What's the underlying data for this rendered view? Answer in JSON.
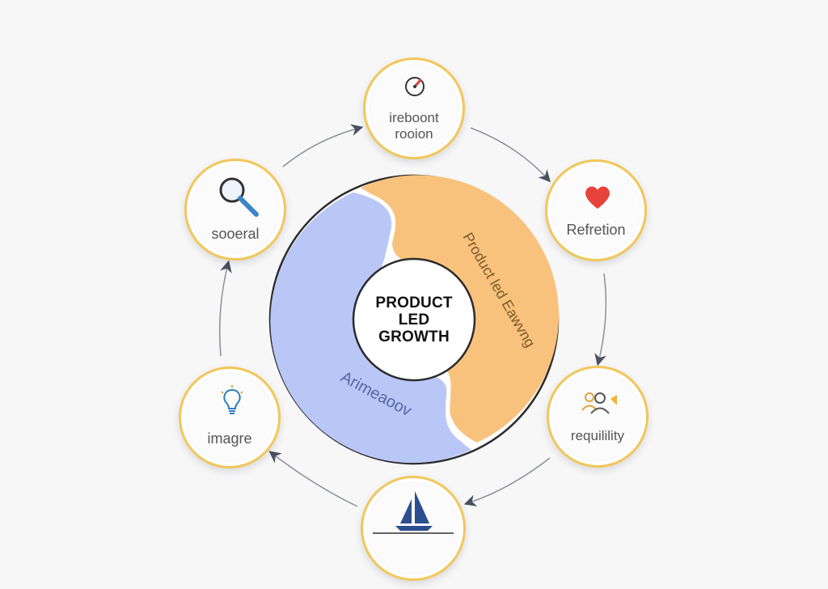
{
  "center": {
    "line1": "PRODUCT",
    "line2": "LED",
    "line3": "GROWTH"
  },
  "segments": {
    "left": {
      "label": "Arimeaoov",
      "color": "#b9c7f7"
    },
    "right": {
      "label": "Product led Eawvng",
      "color": "#f9c27c"
    }
  },
  "nodes": {
    "top": {
      "label_line1": "ireboont",
      "label_line2": "rooion",
      "icon": "gauge-icon"
    },
    "right_top": {
      "label": "Refretion",
      "icon": "heart-icon"
    },
    "right_bottom": {
      "label": "requilility",
      "icon": "users-icon"
    },
    "bottom": {
      "label": "",
      "icon": "sailboat-icon"
    },
    "left_bottom": {
      "label": "imagre",
      "icon": "lightbulb-icon"
    },
    "left_top": {
      "label": "sooeral",
      "icon": "magnifier-icon"
    }
  },
  "colors": {
    "node_border": "#f2c75a",
    "arrow": "#8a8f96",
    "ring_border": "#2b2b2b"
  }
}
